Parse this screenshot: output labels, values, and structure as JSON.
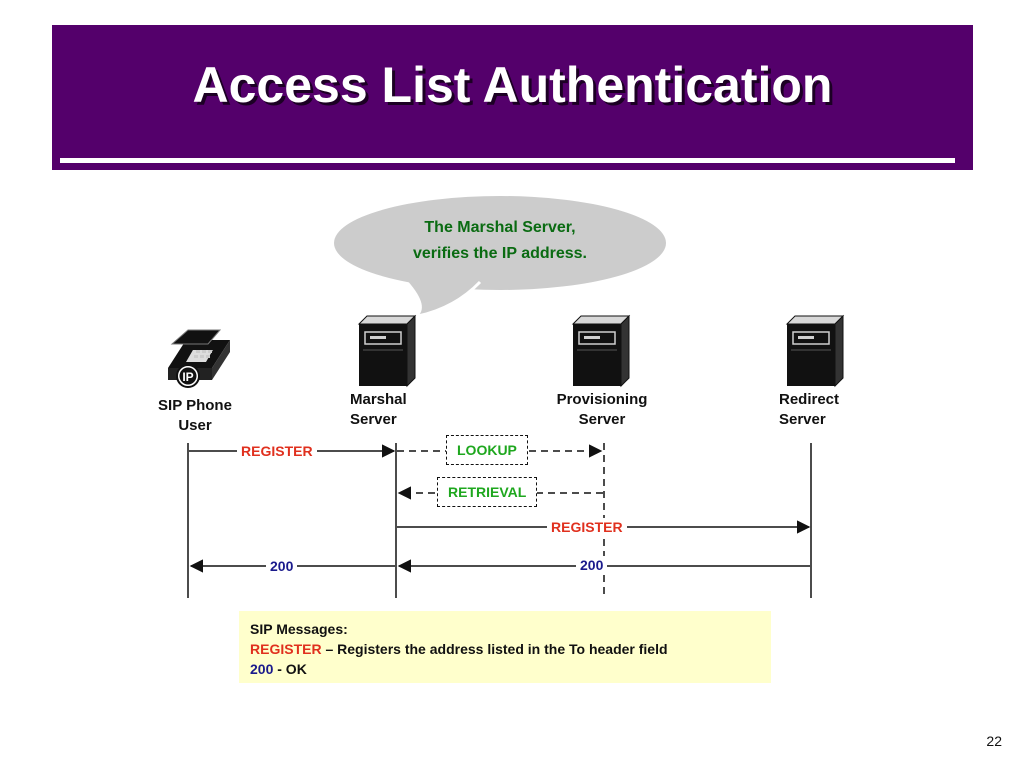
{
  "slide": {
    "title": "Access List Authentication",
    "page_number": "22"
  },
  "callout": {
    "line1": "The Marshal Server,",
    "line2": "verifies the IP address."
  },
  "entities": {
    "phone": {
      "line1": "SIP Phone",
      "line2": "User",
      "badge": "IP",
      "icon": "ip-phone-icon"
    },
    "marshal": {
      "line1": "Marshal",
      "line2": "Server",
      "icon": "server-tower-icon"
    },
    "provisioning": {
      "line1": "Provisioning",
      "line2": "Server",
      "icon": "server-tower-icon"
    },
    "redirect": {
      "line1": "Redirect",
      "line2": "Server",
      "icon": "server-tower-icon"
    }
  },
  "messages": {
    "register_1": "REGISTER",
    "lookup": "LOOKUP",
    "retrieval": "RETRIEVAL",
    "register_2": "REGISTER",
    "ok_redirect": "200",
    "ok_phone": "200"
  },
  "legend": {
    "heading": "SIP Messages:",
    "register_term": "REGISTER",
    "register_desc": " – Registers the address listed in the To header field",
    "ok_term": "200",
    "ok_desc": " - OK"
  },
  "colors": {
    "banner": "#54006b",
    "callout_fill": "#cccccc",
    "callout_text": "#0a6b12",
    "register": "#e0301e",
    "lookup": "#1ea71e",
    "ok": "#1a1a8c",
    "legend_fill": "#ffffcc"
  }
}
